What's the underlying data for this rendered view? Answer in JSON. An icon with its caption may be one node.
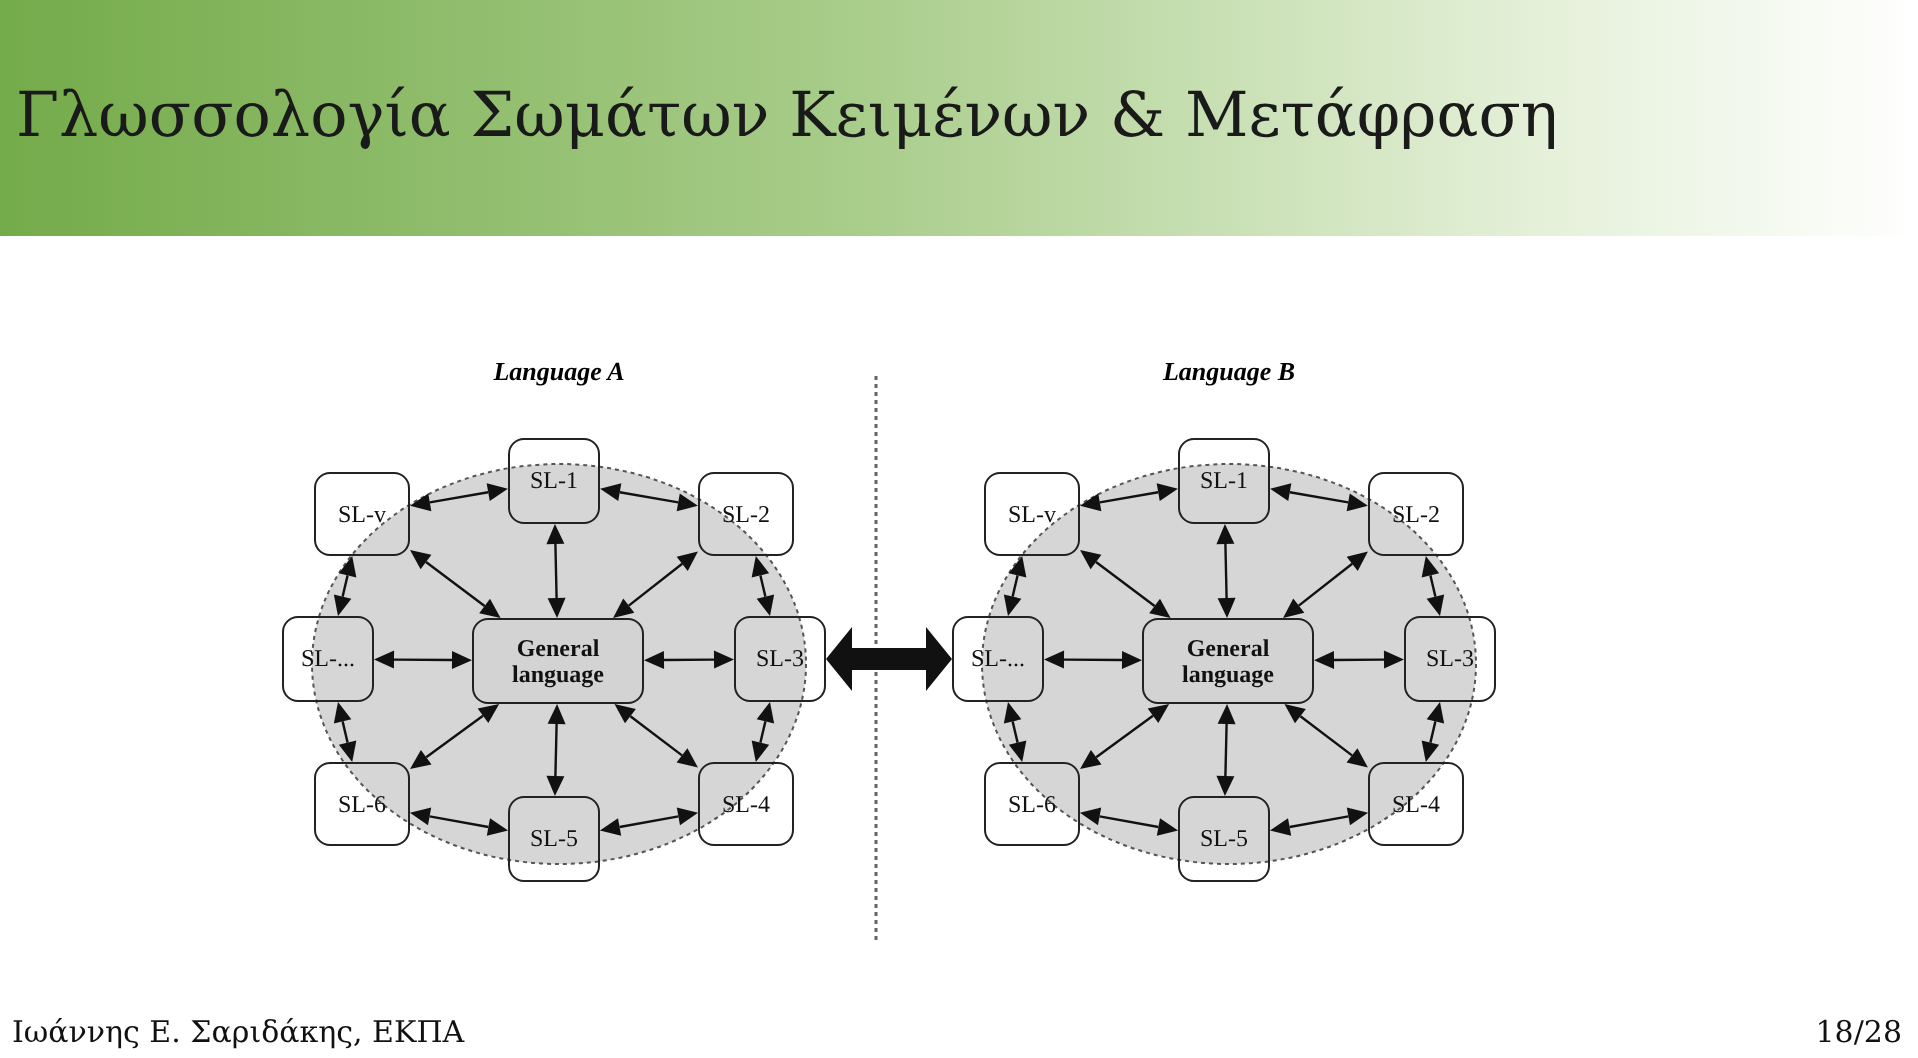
{
  "diagram": {
    "title": "Γλωσσολογία Σωμάτων Κειμένων & Μετάφραση",
    "nodes": [
      {
        "text": [
          "Language A"
        ]
      },
      {
        "text": [
          "General language"
        ],
        "in": 0
      },
      {
        "text": [
          "SL-v"
        ]
      },
      {
        "text": [
          "SL-1"
        ]
      },
      {
        "text": [
          "SL-2"
        ]
      },
      {
        "text": [
          "SL-..."
        ]
      },
      {
        "text": [
          "SL-3"
        ]
      },
      {
        "text": [
          "SL-6"
        ]
      },
      {
        "text": [
          "SL-5"
        ]
      },
      {
        "text": [
          "SL-4"
        ]
      },
      {
        "text": [
          "Language B"
        ]
      },
      {
        "text": [
          "General language"
        ],
        "in": 10
      },
      {
        "text": [
          "SL-v"
        ]
      },
      {
        "text": [
          "SL-1"
        ]
      },
      {
        "text": [
          "SL-2"
        ]
      },
      {
        "text": [
          "SL-..."
        ]
      },
      {
        "text": [
          "SL-3"
        ]
      },
      {
        "text": [
          "SL-6"
        ]
      },
      {
        "text": [
          "SL-5"
        ]
      },
      {
        "text": [
          "SL-4"
        ]
      }
    ],
    "edges": [
      {
        "from": 1,
        "to": 2,
        "arrow": "both"
      },
      {
        "from": 1,
        "to": 3,
        "arrow": "both"
      },
      {
        "from": 1,
        "to": 4,
        "arrow": "both"
      },
      {
        "from": 1,
        "to": 5,
        "arrow": "both"
      },
      {
        "from": 1,
        "to": 6,
        "arrow": "both"
      },
      {
        "from": 1,
        "to": 7,
        "arrow": "both"
      },
      {
        "from": 1,
        "to": 8,
        "arrow": "both"
      },
      {
        "from": 1,
        "to": 9,
        "arrow": "both"
      },
      {
        "from": 2,
        "to": 3,
        "arrow": "both"
      },
      {
        "from": 3,
        "to": 4,
        "arrow": "both"
      },
      {
        "from": 4,
        "to": 6,
        "arrow": "both"
      },
      {
        "from": 6,
        "to": 9,
        "arrow": "both"
      },
      {
        "from": 9,
        "to": 8,
        "arrow": "both"
      },
      {
        "from": 8,
        "to": 7,
        "arrow": "both"
      },
      {
        "from": 7,
        "to": 5,
        "arrow": "both"
      },
      {
        "from": 5,
        "to": 2,
        "arrow": "both"
      },
      {
        "from": 11,
        "to": 12,
        "arrow": "both"
      },
      {
        "from": 11,
        "to": 13,
        "arrow": "both"
      },
      {
        "from": 11,
        "to": 14,
        "arrow": "both"
      },
      {
        "from": 11,
        "to": 15,
        "arrow": "both"
      },
      {
        "from": 11,
        "to": 16,
        "arrow": "both"
      },
      {
        "from": 11,
        "to": 17,
        "arrow": "both"
      },
      {
        "from": 11,
        "to": 18,
        "arrow": "both"
      },
      {
        "from": 11,
        "to": 19,
        "arrow": "both"
      },
      {
        "from": 12,
        "to": 13,
        "arrow": "both"
      },
      {
        "from": 13,
        "to": 14,
        "arrow": "both"
      },
      {
        "from": 14,
        "to": 16,
        "arrow": "both"
      },
      {
        "from": 16,
        "to": 19,
        "arrow": "both"
      },
      {
        "from": 19,
        "to": 18,
        "arrow": "both"
      },
      {
        "from": 18,
        "to": 17,
        "arrow": "both"
      },
      {
        "from": 17,
        "to": 15,
        "arrow": "both"
      },
      {
        "from": 15,
        "to": 12,
        "arrow": "both"
      },
      {
        "from": 6,
        "to": 15,
        "arrow": "both",
        "style": "thick"
      }
    ],
    "labels": [
      "Ιωάννης Ε. Σαριδάκης, ΕΚΠΑ",
      "18/28"
    ]
  }
}
